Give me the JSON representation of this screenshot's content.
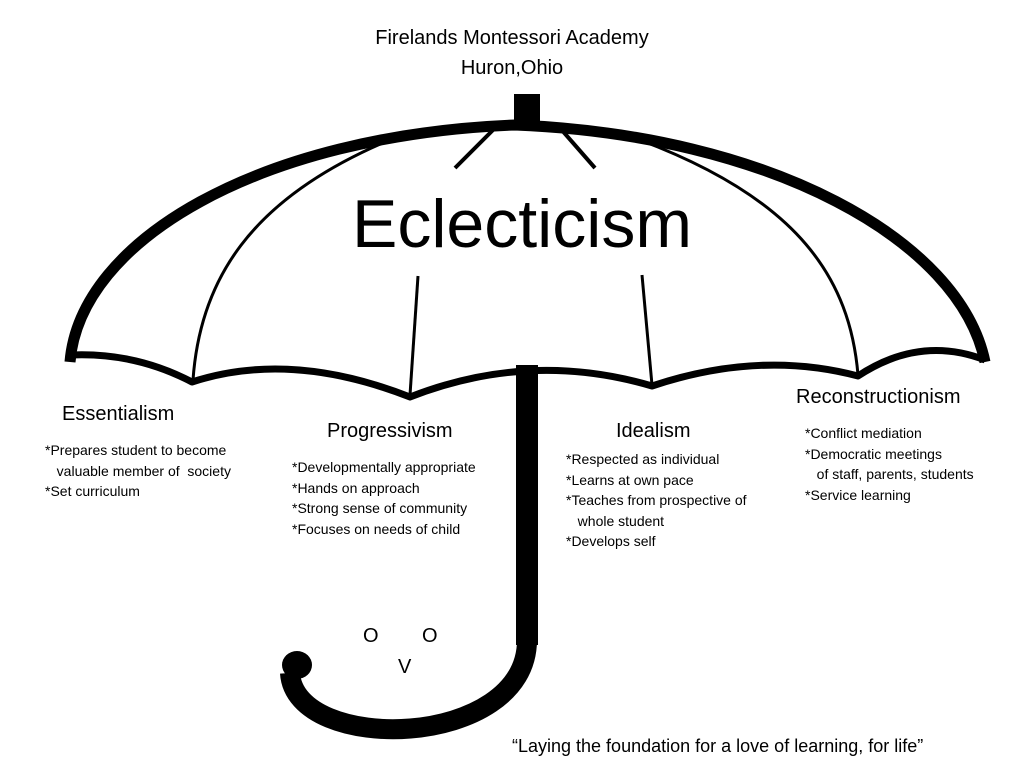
{
  "header": {
    "school": "Firelands Montessori  Academy",
    "location": "Huron,Ohio"
  },
  "main_title": "Eclecticism",
  "philosophies": [
    {
      "name": "Essentialism",
      "points": [
        "*Prepares student to become",
        "   valuable member of  society",
        "*Set curriculum"
      ]
    },
    {
      "name": "Progressivism",
      "points": [
        "*Developmentally appropriate",
        "*Hands on approach",
        "*Strong sense of community",
        "*Focuses on needs of child"
      ]
    },
    {
      "name": "Idealism",
      "points": [
        "*Respected as individual",
        "*Learns at own pace",
        "*Teaches from prospective of",
        "   whole student",
        "*Develops self"
      ]
    },
    {
      "name": "Reconstructionism",
      "points": [
        "*Conflict mediation",
        "*Democratic meetings",
        "   of staff, parents, students",
        "*Service learning"
      ]
    }
  ],
  "face": {
    "left_eye": "O",
    "right_eye": "O",
    "mouth": "V"
  },
  "quote": "“Laying the foundation for a love of learning, for life”",
  "colors": {
    "ink": "#000000",
    "background": "#ffffff"
  }
}
